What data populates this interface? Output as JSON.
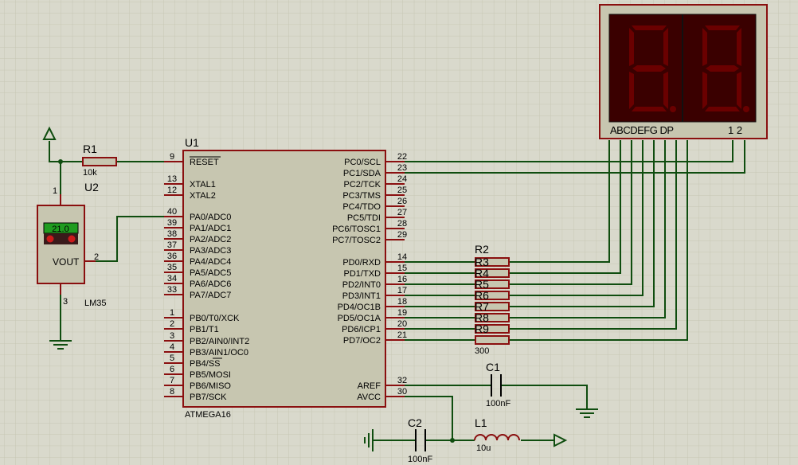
{
  "colors": {
    "background": "#d9d9cc",
    "grid": "#c6c6b4",
    "wire": "#0f4d0f",
    "component_body": "#c7c6b0",
    "component_outline": "#8a0f0f",
    "display_bg": "#3a0000",
    "segment_off": "#6a0000",
    "lcd_green": "#1f9c1f"
  },
  "mcu": {
    "ref": "U1",
    "part": "ATMEGA16",
    "left_pins": [
      {
        "num": "9",
        "label": "RESET"
      },
      {
        "num": "13",
        "label": "XTAL1"
      },
      {
        "num": "12",
        "label": "XTAL2"
      },
      {
        "num": "40",
        "label": "PA0/ADC0"
      },
      {
        "num": "39",
        "label": "PA1/ADC1"
      },
      {
        "num": "38",
        "label": "PA2/ADC2"
      },
      {
        "num": "37",
        "label": "PA3/ADC3"
      },
      {
        "num": "36",
        "label": "PA4/ADC4"
      },
      {
        "num": "35",
        "label": "PA5/ADC5"
      },
      {
        "num": "34",
        "label": "PA6/ADC6"
      },
      {
        "num": "33",
        "label": "PA7/ADC7"
      },
      {
        "num": "1",
        "label": "PB0/T0/XCK"
      },
      {
        "num": "2",
        "label": "PB1/T1"
      },
      {
        "num": "3",
        "label": "PB2/AIN0/INT2"
      },
      {
        "num": "4",
        "label": "PB3/AIN1/OC0"
      },
      {
        "num": "5",
        "label": "PB4/SS"
      },
      {
        "num": "6",
        "label": "PB5/MOSI"
      },
      {
        "num": "7",
        "label": "PB6/MISO"
      },
      {
        "num": "8",
        "label": "PB7/SCK"
      }
    ],
    "right_pins": [
      {
        "num": "22",
        "label": "PC0/SCL"
      },
      {
        "num": "23",
        "label": "PC1/SDA"
      },
      {
        "num": "24",
        "label": "PC2/TCK"
      },
      {
        "num": "25",
        "label": "PC3/TMS"
      },
      {
        "num": "26",
        "label": "PC4/TDO"
      },
      {
        "num": "27",
        "label": "PC5/TDI"
      },
      {
        "num": "28",
        "label": "PC6/TOSC1"
      },
      {
        "num": "29",
        "label": "PC7/TOSC2"
      },
      {
        "num": "14",
        "label": "PD0/RXD"
      },
      {
        "num": "15",
        "label": "PD1/TXD"
      },
      {
        "num": "16",
        "label": "PD2/INT0"
      },
      {
        "num": "17",
        "label": "PD3/INT1"
      },
      {
        "num": "18",
        "label": "PD4/OC1B"
      },
      {
        "num": "19",
        "label": "PD5/OC1A"
      },
      {
        "num": "20",
        "label": "PD6/ICP1"
      },
      {
        "num": "21",
        "label": "PD7/OC2"
      },
      {
        "num": "32",
        "label": "AREF"
      },
      {
        "num": "30",
        "label": "AVCC"
      }
    ]
  },
  "r1": {
    "ref": "R1",
    "value": "10k"
  },
  "sensor": {
    "ref": "U2",
    "part": "LM35",
    "reading": "21.0",
    "output_label": "VOUT",
    "pin_vcc": "1",
    "pin_out": "2",
    "pin_gnd": "3"
  },
  "resistors": {
    "refs": [
      "R2",
      "R3",
      "R4",
      "R5",
      "R6",
      "R7",
      "R8",
      "R9"
    ],
    "value": "300"
  },
  "c1": {
    "ref": "C1",
    "value": "100nF"
  },
  "c2": {
    "ref": "C2",
    "value": "100nF"
  },
  "l1": {
    "ref": "L1",
    "value": "10u"
  },
  "display": {
    "segment_labels": "ABCDEFG DP",
    "digit_labels": "1 2"
  }
}
